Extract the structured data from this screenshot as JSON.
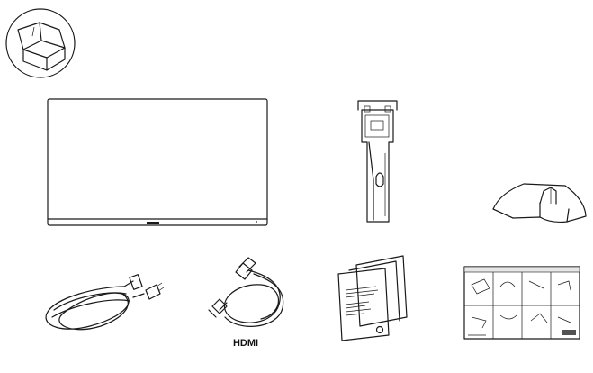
{
  "labels": {
    "hdmi": "HDMI"
  },
  "items": [
    {
      "name": "packaging-box-icon"
    },
    {
      "name": "monitor-display"
    },
    {
      "name": "stand-riser"
    },
    {
      "name": "stand-base"
    },
    {
      "name": "power-cable"
    },
    {
      "name": "hdmi-cable"
    },
    {
      "name": "safety-regulatory-document"
    },
    {
      "name": "quick-setup-guide"
    }
  ]
}
